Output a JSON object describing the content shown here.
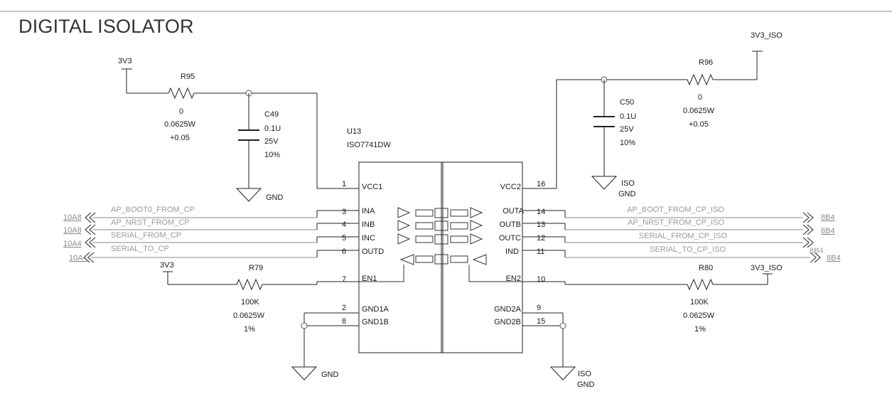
{
  "title": "DIGITAL ISOLATOR",
  "chip": {
    "refdes": "U13",
    "part": "ISO7741DW",
    "left_pins": [
      {
        "num": "1",
        "name": "VCC1"
      },
      {
        "num": "3",
        "name": "INA"
      },
      {
        "num": "4",
        "name": "INB"
      },
      {
        "num": "5",
        "name": "INC"
      },
      {
        "num": "6",
        "name": "OUTD"
      },
      {
        "num": "7",
        "name": "EN1"
      },
      {
        "num": "2",
        "name": "GND1A"
      },
      {
        "num": "8",
        "name": "GND1B"
      }
    ],
    "right_pins": [
      {
        "num": "16",
        "name": "VCC2"
      },
      {
        "num": "14",
        "name": "OUTA"
      },
      {
        "num": "13",
        "name": "OUTB"
      },
      {
        "num": "12",
        "name": "OUTC"
      },
      {
        "num": "11",
        "name": "IND"
      },
      {
        "num": "10",
        "name": "EN2"
      },
      {
        "num": "9",
        "name": "GND2A"
      },
      {
        "num": "15",
        "name": "GND2B"
      }
    ]
  },
  "resistors": {
    "r95": {
      "ref": "R95",
      "value": "0",
      "power": "0.0625W",
      "tol": "+0.05"
    },
    "r96": {
      "ref": "R96",
      "value": "0",
      "power": "0.0625W",
      "tol": "+0.05"
    },
    "r79": {
      "ref": "R79",
      "value": "100K",
      "power": "0.0625W",
      "tol": "1%"
    },
    "r80": {
      "ref": "R80",
      "value": "100K",
      "power": "0.0625W",
      "tol": "1%"
    }
  },
  "capacitors": {
    "c49": {
      "ref": "C49",
      "value": "0.1U",
      "voltage": "25V",
      "tol": "10%"
    },
    "c50": {
      "ref": "C50",
      "value": "0.1U",
      "voltage": "25V",
      "tol": "10%"
    }
  },
  "power": {
    "v3v3_top": "3V3",
    "v3v3_en": "3V3",
    "v3v3_iso_top": "3V3_ISO",
    "v3v3_iso_en": "3V3_ISO",
    "gnd": "GND",
    "iso": "ISO",
    "iso_gnd": "GND"
  },
  "nets_left": [
    {
      "name": "AP_BOOT0_FROM_CP",
      "page": "10A8"
    },
    {
      "name": "AP_NRST_FROM_CP",
      "page": "10A8"
    },
    {
      "name": "SERIAL_FROM_CP",
      "page": "10A4"
    },
    {
      "name": "SERIAL_TO_CP",
      "page": "10A4"
    }
  ],
  "nets_right": [
    {
      "name": "AP_BOOT_FROM_CP_ISO",
      "page": "8B4"
    },
    {
      "name": "AP_NRST_FROM_CP_ISO",
      "page": "8B4"
    },
    {
      "name": "SERIAL_FROM_CP_ISO",
      "page": ""
    },
    {
      "name": "SERIAL_TO_CP_ISO",
      "page": "8B4"
    }
  ],
  "overlap_label": "8B4"
}
